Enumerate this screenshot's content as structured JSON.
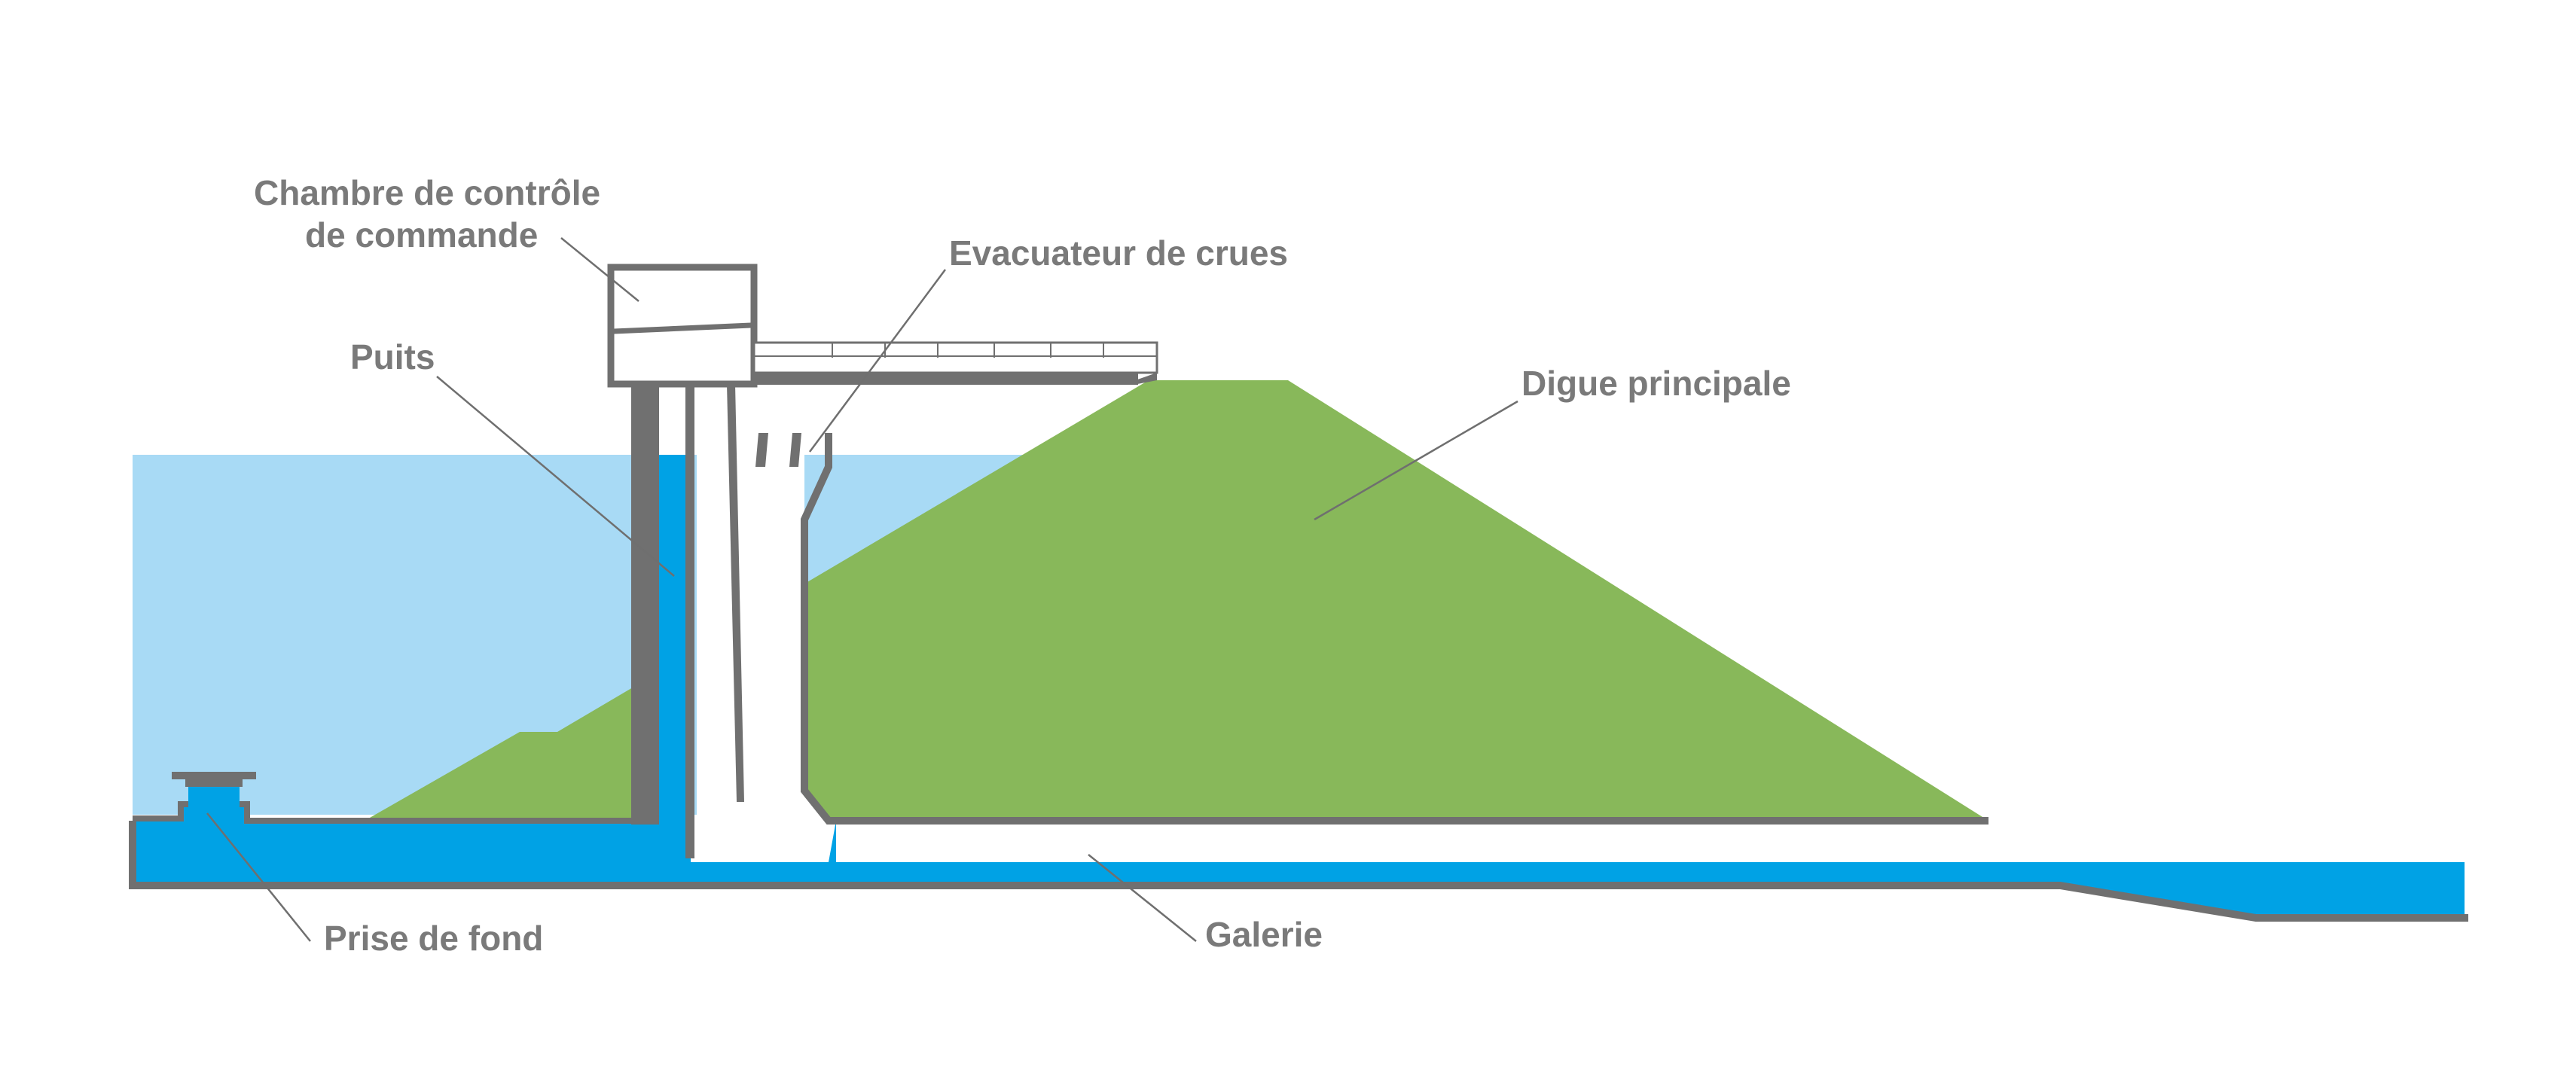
{
  "diagram": {
    "title": "Coupe d'un barrage en remblai",
    "labels": {
      "control_room_line1": "Chambre de contrôle",
      "control_room_line2": "de commande",
      "shaft": "Puits",
      "spillway": "Evacuateur de crues",
      "main_dam": "Digue principale",
      "bottom_intake": "Prise de fond",
      "gallery": "Galerie"
    },
    "colors": {
      "reservoir_water": "#a8daf5",
      "channel_water": "#00a2e5",
      "embankment": "#88b85a",
      "structure": "#707070",
      "label_text": "#7a7a7a",
      "background": "#ffffff"
    }
  }
}
